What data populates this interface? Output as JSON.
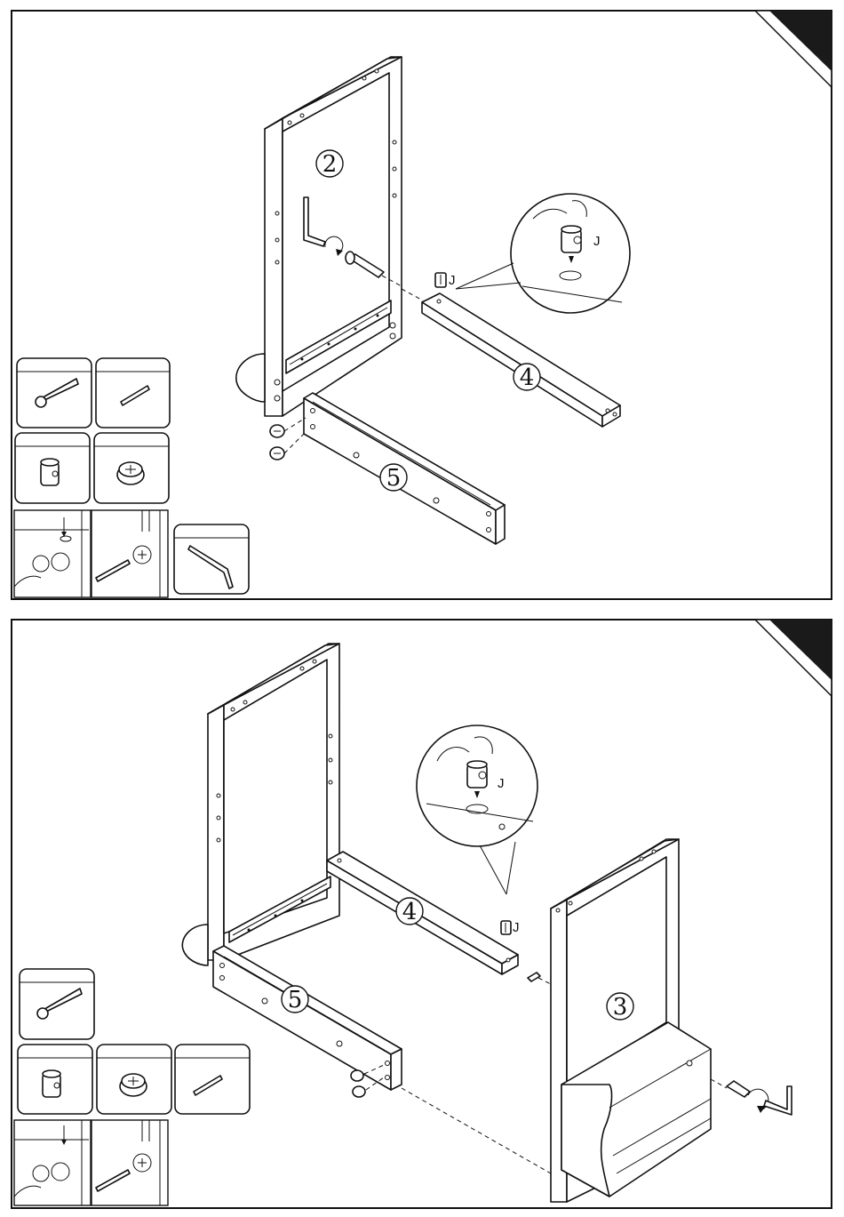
{
  "steps": [
    {
      "part_numbers": [
        "2",
        "4",
        "5"
      ],
      "hardware_label": "J",
      "detail_label": "J",
      "hardware_boxes": [
        "long-bolt-icon",
        "wooden-dowel-icon",
        "cam-barrel-nut-icon",
        "cam-lock-icon",
        "allen-key-icon"
      ],
      "tip_boxes": [
        "cam-insert-tip-icon",
        "screwdriver-tip-icon"
      ]
    },
    {
      "part_numbers": [
        "4",
        "5",
        "3"
      ],
      "hardware_label": "J",
      "detail_label": "J",
      "hardware_boxes": [
        "long-bolt-icon",
        "cam-barrel-nut-icon",
        "cam-lock-icon",
        "wooden-dowel-icon"
      ],
      "tip_boxes": [
        "cam-insert-tip-icon",
        "screwdriver-tip-icon"
      ]
    }
  ],
  "colors": {
    "line": "#111111",
    "paper": "#ffffff",
    "corner_tab": "#1a1a1a"
  }
}
